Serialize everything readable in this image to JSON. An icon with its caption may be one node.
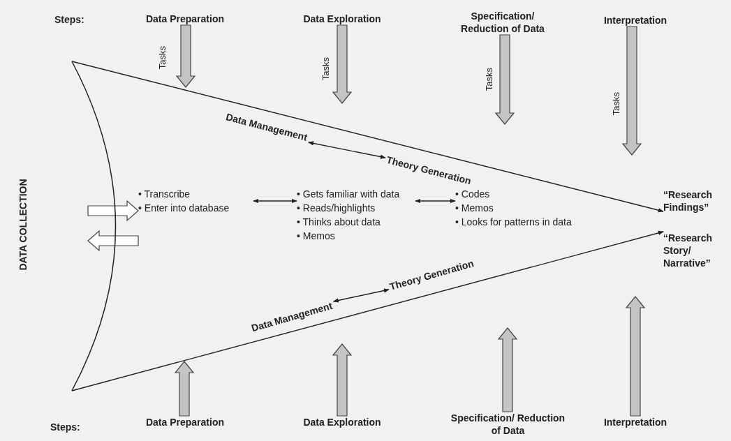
{
  "diagram": {
    "nodes": [
      {
        "text": [
          "Data Preparation"
        ]
      },
      {
        "text": [
          "Data Exploration"
        ]
      },
      {
        "text": [
          "Specification/ Reduction of Data"
        ]
      },
      {
        "text": [
          "Interpretation"
        ]
      },
      {
        "text": [
          "• Transcribe",
          "• Enter into database"
        ]
      },
      {
        "text": [
          "• Gets familiar with data",
          "• Reads/highlights",
          "• Thinks about data",
          "• Memos"
        ]
      },
      {
        "text": [
          "• Codes",
          "• Memos",
          "• Looks for patterns in data"
        ]
      },
      {
        "text": [
          "“Research Findings”"
        ]
      },
      {
        "text": [
          "“Research Story/ Narrative”"
        ]
      },
      {
        "text": [
          "Data Preparation"
        ]
      },
      {
        "text": [
          "Data Exploration"
        ]
      },
      {
        "text": [
          "Specification/ Reduction of Data"
        ]
      },
      {
        "text": [
          "Interpretation"
        ]
      },
      {
        "text": [
          "Data Management"
        ]
      },
      {
        "text": [
          "Theory Generation"
        ]
      },
      {
        "text": [
          "Data Management"
        ]
      },
      {
        "text": [
          "Theory Generation"
        ]
      },
      {
        "text": [
          "DATA COLLECTION"
        ]
      }
    ],
    "edges": [
      {
        "from": 0,
        "to": null,
        "arrow": "to",
        "label": "Tasks",
        "style": "thick"
      },
      {
        "from": 1,
        "to": null,
        "arrow": "to",
        "label": "Tasks",
        "style": "thick"
      },
      {
        "from": 2,
        "to": null,
        "arrow": "to",
        "label": "Tasks",
        "style": "thick"
      },
      {
        "from": 3,
        "to": null,
        "arrow": "to",
        "label": "Tasks",
        "style": "thick"
      },
      {
        "from": 9,
        "to": null,
        "arrow": "to",
        "style": "thick"
      },
      {
        "from": 10,
        "to": null,
        "arrow": "to",
        "style": "thick"
      },
      {
        "from": 11,
        "to": null,
        "arrow": "to",
        "style": "thick"
      },
      {
        "from": 12,
        "to": null,
        "arrow": "to",
        "style": "thick"
      },
      {
        "from": 17,
        "to": 4,
        "arrow": "to",
        "style": "thick",
        "color": "#ffffff"
      },
      {
        "from": 4,
        "to": 17,
        "arrow": "to",
        "style": "thick",
        "color": "#ffffff"
      },
      {
        "from": 4,
        "to": 5,
        "arrow": "both"
      },
      {
        "from": 5,
        "to": 6,
        "arrow": "both"
      },
      {
        "from": 13,
        "to": 14,
        "arrow": "both"
      },
      {
        "from": 15,
        "to": 16,
        "arrow": "both"
      },
      {
        "from": 17,
        "to": 7,
        "arrow": "to"
      },
      {
        "from": 17,
        "to": 8,
        "arrow": "to"
      }
    ],
    "labels": [
      "Steps:",
      "Steps:"
    ]
  }
}
